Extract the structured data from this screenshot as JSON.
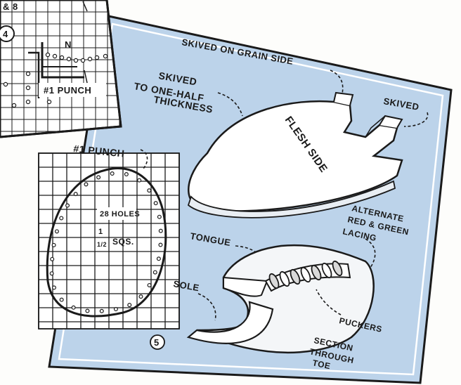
{
  "panel4": {
    "number": "4",
    "top_text": "& 8",
    "letter": "N",
    "punch_label": "#1 PUNCH"
  },
  "panel5": {
    "number": "5",
    "labels": {
      "skived_grain": "SKIVED ON GRAIN SIDE",
      "skived_half_1": "SKIVED",
      "skived_half_2": "TO ONE-HALF",
      "skived_half_3": "THICKNESS",
      "skived": "SKIVED",
      "flesh_side": "FLESH SIDE",
      "punch": "#1 PUNCH",
      "holes": "28 HOLES",
      "sqs_whole": "1",
      "sqs_frac": "1/2",
      "sqs_unit": "SQS.",
      "alt_1": "ALTERNATE",
      "alt_2": "RED & GREEN",
      "alt_3": "LACING",
      "tongue": "TONGUE",
      "sole": "SOLE",
      "puckers": "PUCKERS",
      "section_1": "SECTION",
      "section_2": "THROUGH",
      "section_3": "TOE"
    }
  },
  "colors": {
    "panel_fill": "#bcd3ea",
    "ink": "#1a1a1a",
    "paper": "#ffffff"
  }
}
